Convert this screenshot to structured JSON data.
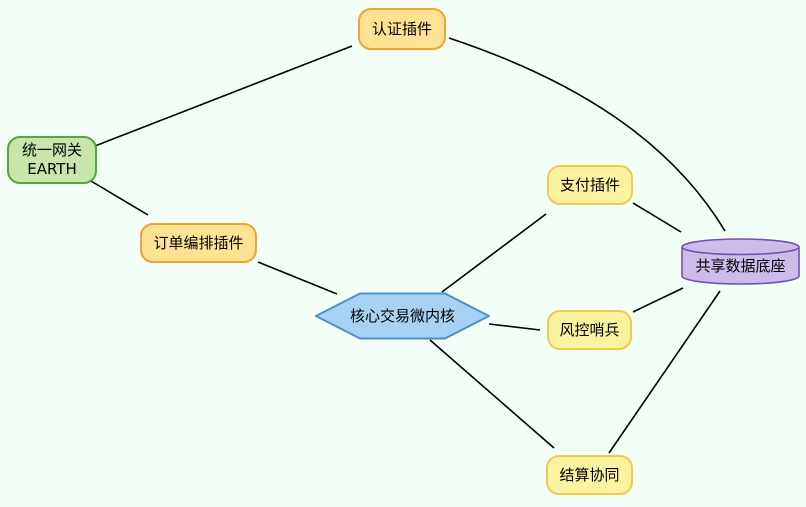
{
  "diagram": {
    "title": "plugin-architecture-graph",
    "background_color": "#f2fef6",
    "edge_color": "#000000",
    "nodes": {
      "gateway": {
        "label": "统一网关\nEARTH",
        "shape": "rounded-rect",
        "fill": "#c8e6ac",
        "border": "#58a53a"
      },
      "auth": {
        "label": "认证插件",
        "shape": "rounded-rect",
        "fill": "#ffe292",
        "border": "#f0a232"
      },
      "orchestrator": {
        "label": "订单编排插件",
        "shape": "rounded-rect",
        "fill": "#ffe292",
        "border": "#f0a232"
      },
      "kernel": {
        "label": "核心交易微内核",
        "shape": "hexagon",
        "fill": "#a6d3f3",
        "border": "#4a8fd2"
      },
      "payment": {
        "label": "支付插件",
        "shape": "rounded-rect",
        "fill": "#fcf3a0",
        "border": "#f2c94f"
      },
      "risk": {
        "label": "风控哨兵",
        "shape": "rounded-rect",
        "fill": "#fcf3a0",
        "border": "#f2c94f"
      },
      "settlement": {
        "label": "结算协同",
        "shape": "rounded-rect",
        "fill": "#fcf3a0",
        "border": "#f2c94f"
      },
      "datastore": {
        "label": "共享数据底座",
        "shape": "cylinder",
        "fill": "#cdbcea",
        "border": "#7352ae"
      }
    },
    "edges": [
      {
        "from": "gateway",
        "to": "auth"
      },
      {
        "from": "gateway",
        "to": "orchestrator"
      },
      {
        "from": "orchestrator",
        "to": "kernel"
      },
      {
        "from": "auth",
        "to": "datastore"
      },
      {
        "from": "kernel",
        "to": "payment"
      },
      {
        "from": "kernel",
        "to": "risk"
      },
      {
        "from": "kernel",
        "to": "settlement"
      },
      {
        "from": "payment",
        "to": "datastore"
      },
      {
        "from": "risk",
        "to": "datastore"
      },
      {
        "from": "settlement",
        "to": "datastore"
      }
    ]
  }
}
